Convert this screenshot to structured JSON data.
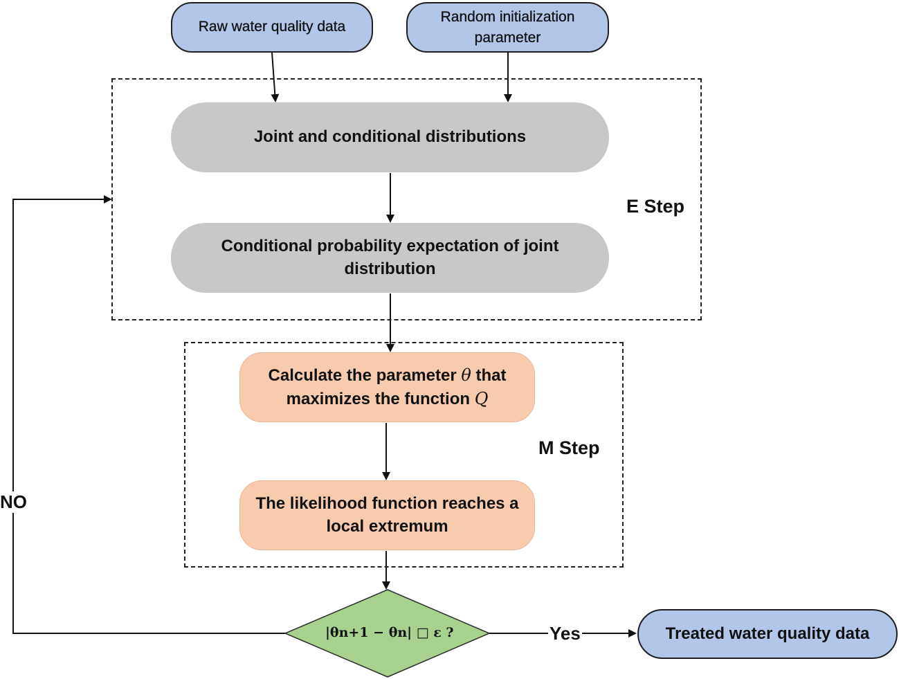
{
  "inputs": {
    "raw_data": "Raw water quality data",
    "random_init_line1": "Random initialization",
    "random_init_line2": "parameter"
  },
  "e_step": {
    "label": "E Step",
    "joint_conditional": "Joint and conditional distributions",
    "expectation_line1": "Conditional probability expectation of joint",
    "expectation_line2": "distribution"
  },
  "m_step": {
    "label": "M Step",
    "calc_line1_pre": "Calculate the parameter ",
    "calc_theta": "θ",
    "calc_line1_post": " that",
    "calc_line2_pre": "maximizes the function ",
    "calc_q": "Q",
    "likelihood_line1": "The likelihood function reaches a",
    "likelihood_line2": "local extremum"
  },
  "decision": {
    "condition": "|θn+1 − θn| □ ε ?",
    "yes_label": "Yes",
    "no_label": "NO"
  },
  "output": {
    "treated_data": "Treated water quality data"
  },
  "colors": {
    "input_fill": "#b4c6e7",
    "e_step_fill": "#c8c8c8",
    "m_step_fill": "#f8cbad",
    "decision_fill": "#a9d18e",
    "output_fill": "#b4c6e7"
  }
}
